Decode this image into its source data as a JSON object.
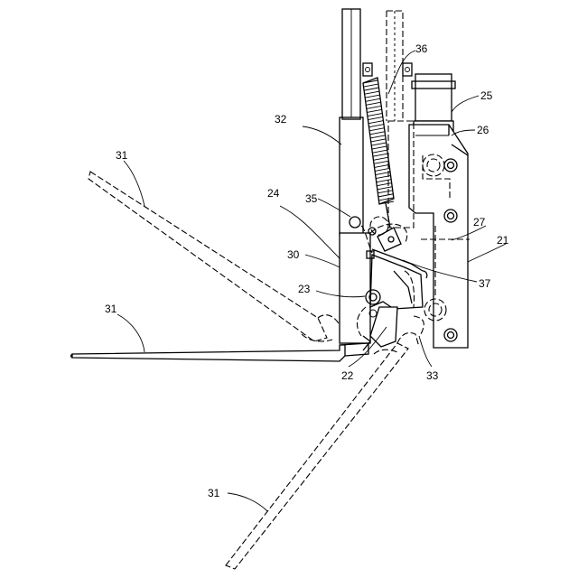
{
  "labels": {
    "l21": "21",
    "l22": "22",
    "l23": "23",
    "l24": "24",
    "l25": "25",
    "l26": "26",
    "l27": "27",
    "l30": "30",
    "l31_top": "31",
    "l31_left": "31",
    "l31_bottom": "31",
    "l32": "32",
    "l33": "33",
    "l35": "35",
    "l36": "36",
    "l37": "37"
  }
}
